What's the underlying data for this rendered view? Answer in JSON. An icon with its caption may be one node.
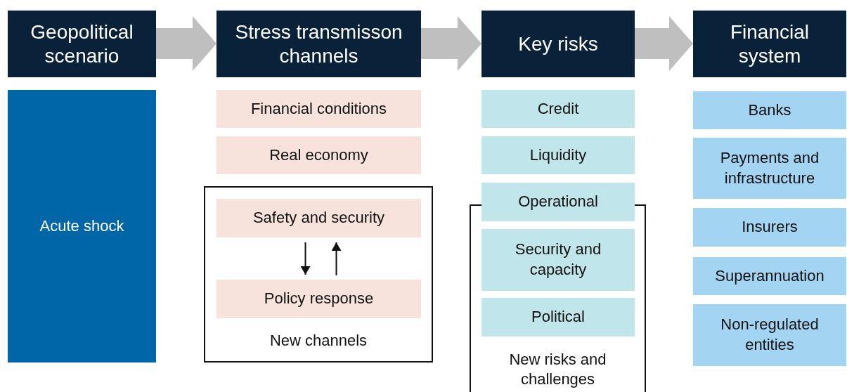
{
  "diagram": {
    "nodes": [
      {
        "text": [
          "Geopolitical scenario"
        ]
      },
      {
        "text": [
          "Stress transmisson channels"
        ]
      },
      {
        "text": [
          "Key risks"
        ]
      },
      {
        "text": [
          "Financial system"
        ]
      },
      {
        "text": [
          "Acute shock"
        ]
      },
      {
        "text": [
          "Financial conditions"
        ]
      },
      {
        "text": [
          "Real economy"
        ]
      },
      {
        "text": [
          "New channels"
        ]
      },
      {
        "text": [
          "Safety and security"
        ],
        "in": 7
      },
      {
        "text": [
          "Policy response"
        ],
        "in": 7
      },
      {
        "text": [
          "Credit"
        ]
      },
      {
        "text": [
          "Liquidity"
        ]
      },
      {
        "text": [
          "Operational"
        ]
      },
      {
        "text": [
          "New risks and challenges"
        ]
      },
      {
        "text": [
          "Security and capacity"
        ],
        "in": 13
      },
      {
        "text": [
          "Political"
        ],
        "in": 13
      },
      {
        "text": [
          "Banks"
        ]
      },
      {
        "text": [
          "Payments and infrastructure"
        ]
      },
      {
        "text": [
          "Insurers"
        ]
      },
      {
        "text": [
          "Superannuation"
        ]
      },
      {
        "text": [
          "Non-regulated entities"
        ]
      }
    ],
    "edges": [
      {
        "from": 0,
        "to": 1,
        "arrow": "to"
      },
      {
        "from": 1,
        "to": 2,
        "arrow": "to"
      },
      {
        "from": 2,
        "to": 3,
        "arrow": "to"
      },
      {
        "from": 8,
        "to": 9,
        "arrow": "to",
        "color": "#111111"
      },
      {
        "from": 9,
        "to": 8,
        "arrow": "to",
        "color": "#111111"
      }
    ]
  }
}
